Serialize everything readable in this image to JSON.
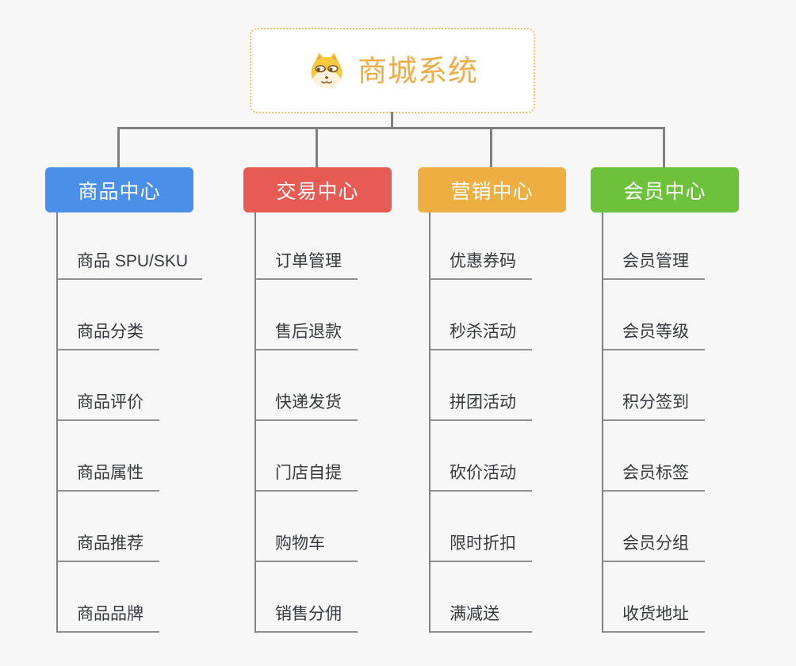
{
  "page": {
    "background": "#f7f7f7",
    "connector_color": "#808080"
  },
  "root": {
    "title": "商城系统",
    "title_color": "#f0ac44",
    "border_color": "#f3c06b",
    "icon": "dog-face-icon"
  },
  "branches": [
    {
      "label": "商品中心",
      "color": "#4b90e8",
      "items": [
        "商品 SPU/SKU",
        "商品分类",
        "商品评价",
        "商品属性",
        "商品推荐",
        "商品品牌"
      ]
    },
    {
      "label": "交易中心",
      "color": "#e85b55",
      "items": [
        "订单管理",
        "售后退款",
        "快递发货",
        "门店自提",
        "购物车",
        "销售分佣"
      ]
    },
    {
      "label": "营销中心",
      "color": "#edaf41",
      "items": [
        "优惠券码",
        "秒杀活动",
        "拼团活动",
        "砍价活动",
        "限时折扣",
        "满减送"
      ]
    },
    {
      "label": "会员中心",
      "color": "#6dc13b",
      "items": [
        "会员管理",
        "会员等级",
        "积分签到",
        "会员标签",
        "会员分组",
        "收货地址"
      ]
    }
  ]
}
